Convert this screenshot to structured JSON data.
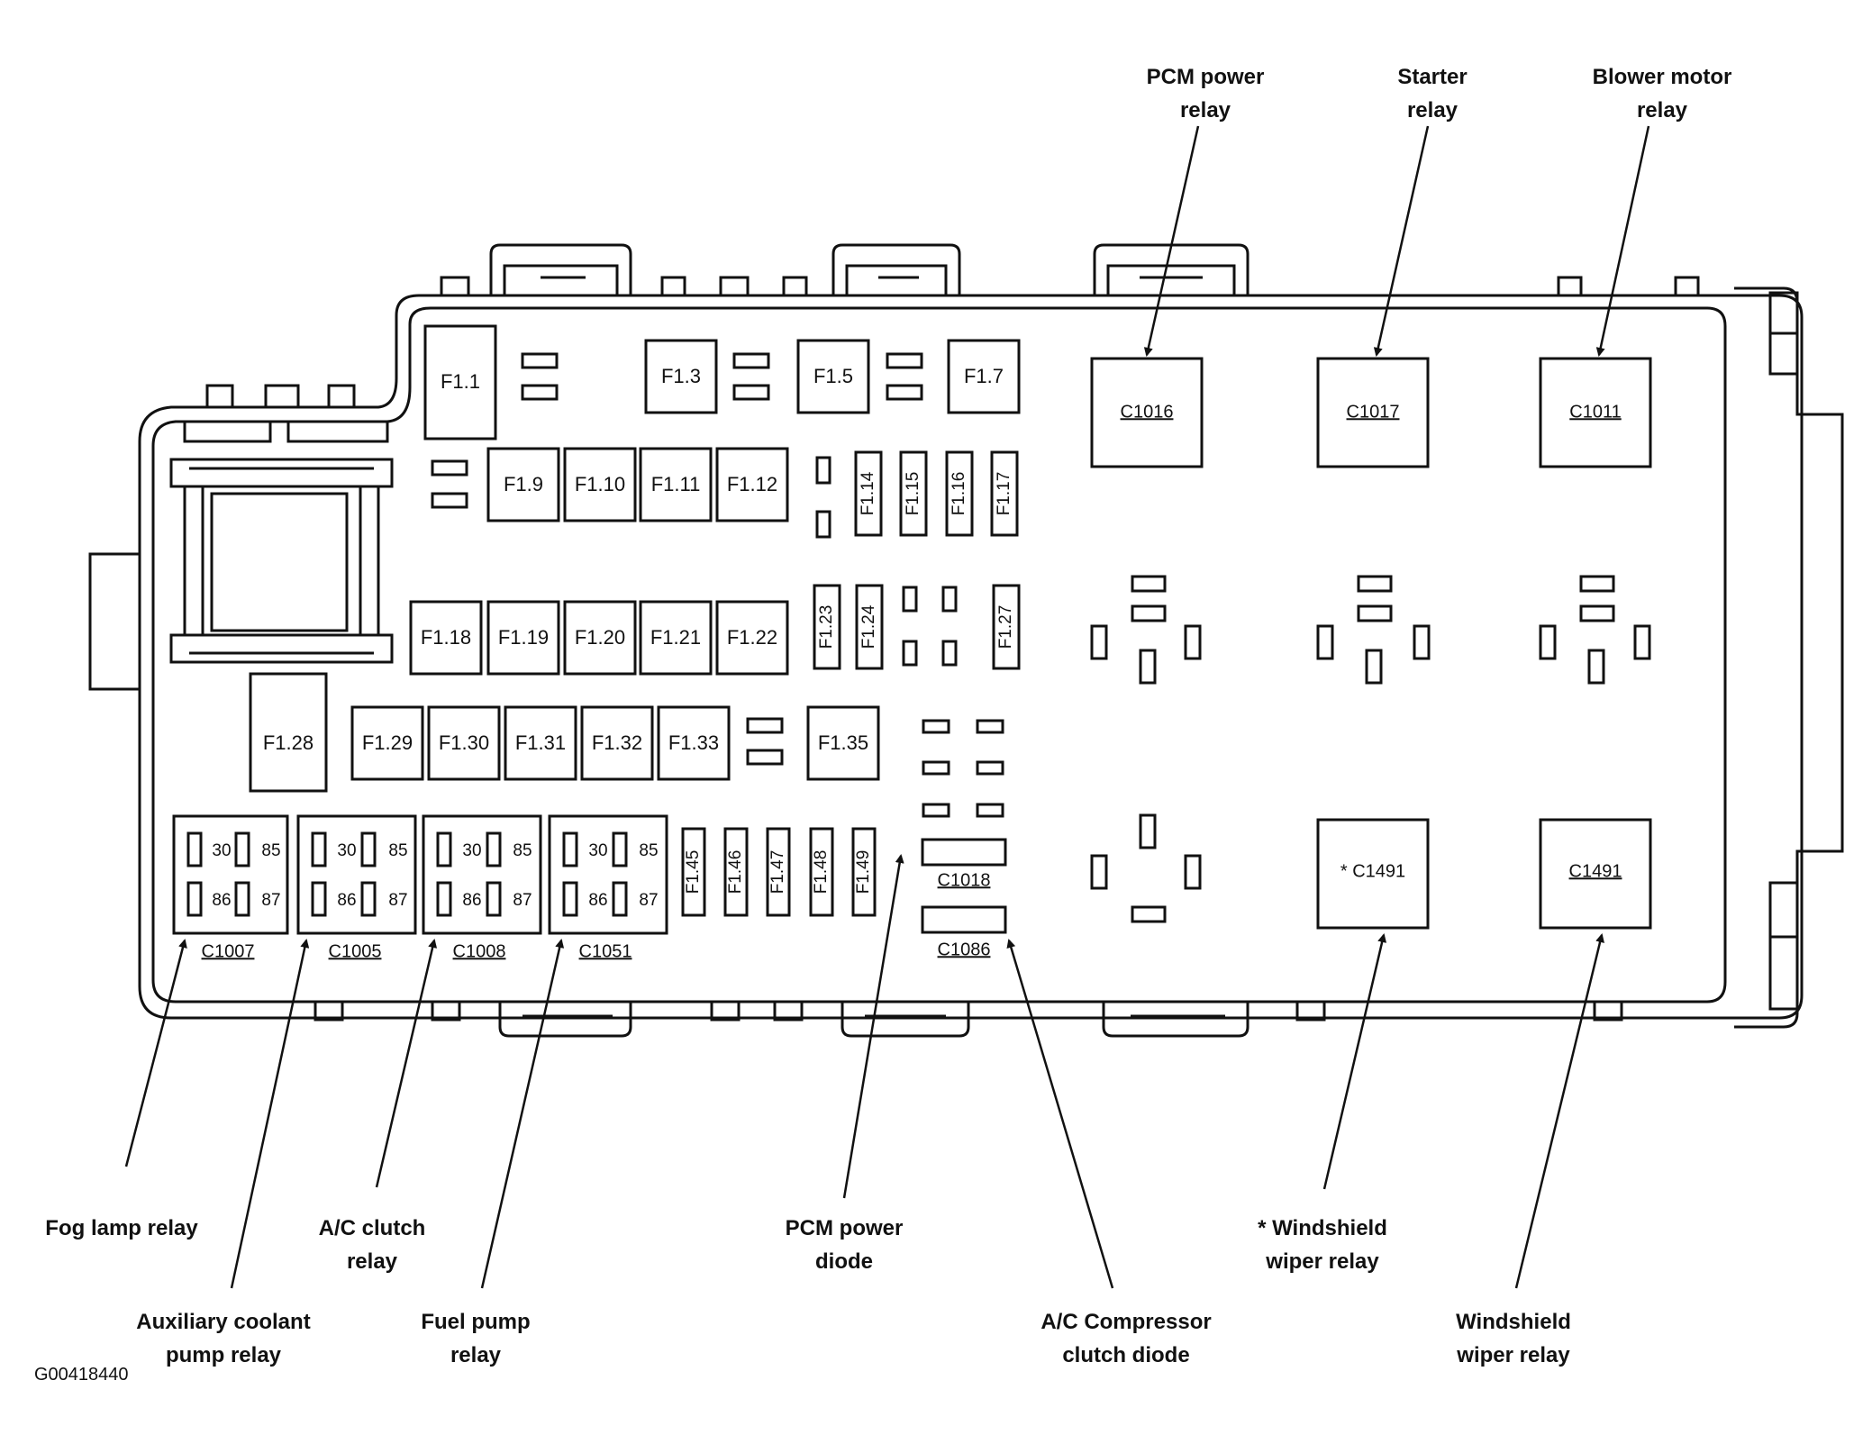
{
  "figure_id": "G00418440",
  "callouts": {
    "pcm_power_relay": [
      "PCM power",
      "relay"
    ],
    "starter_relay": [
      "Starter",
      "relay"
    ],
    "blower_motor_relay": [
      "Blower motor",
      "relay"
    ],
    "fog_lamp_relay": [
      "Fog lamp relay"
    ],
    "aux_coolant_pump_relay": [
      "Auxiliary coolant",
      "pump relay"
    ],
    "ac_clutch_relay": [
      "A/C clutch",
      "relay"
    ],
    "fuel_pump_relay": [
      "Fuel pump",
      "relay"
    ],
    "pcm_power_diode": [
      "PCM power",
      "diode"
    ],
    "ac_compressor_clutch_diode": [
      "A/C Compressor",
      "clutch diode"
    ],
    "windshield_wiper_relay_star": [
      "* Windshield",
      "wiper relay"
    ],
    "windshield_wiper_relay": [
      "Windshield",
      "wiper relay"
    ]
  },
  "fuses": {
    "f1_1": "F1.1",
    "f1_3": "F1.3",
    "f1_5": "F1.5",
    "f1_7": "F1.7",
    "f1_9": "F1.9",
    "f1_10": "F1.10",
    "f1_11": "F1.11",
    "f1_12": "F1.12",
    "f1_14": "F1.14",
    "f1_15": "F1.15",
    "f1_16": "F1.16",
    "f1_17": "F1.17",
    "f1_18": "F1.18",
    "f1_19": "F1.19",
    "f1_20": "F1.20",
    "f1_21": "F1.21",
    "f1_22": "F1.22",
    "f1_23": "F1.23",
    "f1_24": "F1.24",
    "f1_27": "F1.27",
    "f1_28": "F1.28",
    "f1_29": "F1.29",
    "f1_30": "F1.30",
    "f1_31": "F1.31",
    "f1_32": "F1.32",
    "f1_33": "F1.33",
    "f1_35": "F1.35",
    "f1_45": "F1.45",
    "f1_46": "F1.46",
    "f1_47": "F1.47",
    "f1_48": "F1.48",
    "f1_49": "F1.49"
  },
  "connectors": {
    "c1016": "C1016",
    "c1017": "C1017",
    "c1011": "C1011",
    "c1491_star": "* C1491",
    "c1491": "C1491",
    "c1018": "C1018",
    "c1086": "C1086",
    "c1007": "C1007",
    "c1005": "C1005",
    "c1008": "C1008",
    "c1051": "C1051"
  },
  "relay_pins": {
    "p30": "30",
    "p85": "85",
    "p86": "86",
    "p87": "87"
  }
}
